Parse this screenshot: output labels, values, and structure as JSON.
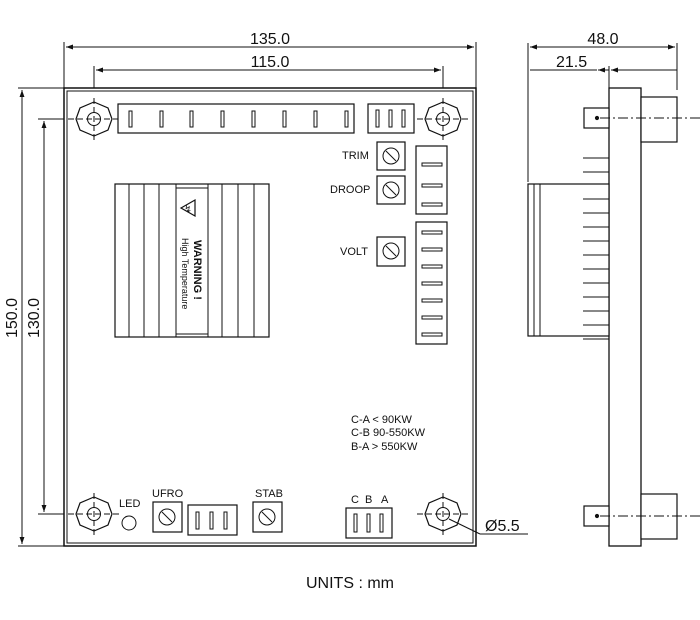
{
  "dimensions": {
    "overall_width": "135.0",
    "hole_spacing_x": "115.0",
    "overall_height": "150.0",
    "hole_spacing_y": "130.0",
    "side_depth": "48.0",
    "side_offset": "21.5",
    "hole_diameter": "Ø5.5"
  },
  "labels": {
    "trim": "TRIM",
    "droop": "DROOP",
    "volt": "VOLT",
    "led": "LED",
    "ufro": "UFRO",
    "stab": "STAB",
    "c": "C",
    "b": "B",
    "a": "A"
  },
  "warning": {
    "title": "WARNING !",
    "subtitle": "High Temperature"
  },
  "notes": [
    "C-A  <  90KW",
    "C-B  90-550KW",
    "B-A  >  550KW"
  ],
  "units": "UNITS : mm"
}
